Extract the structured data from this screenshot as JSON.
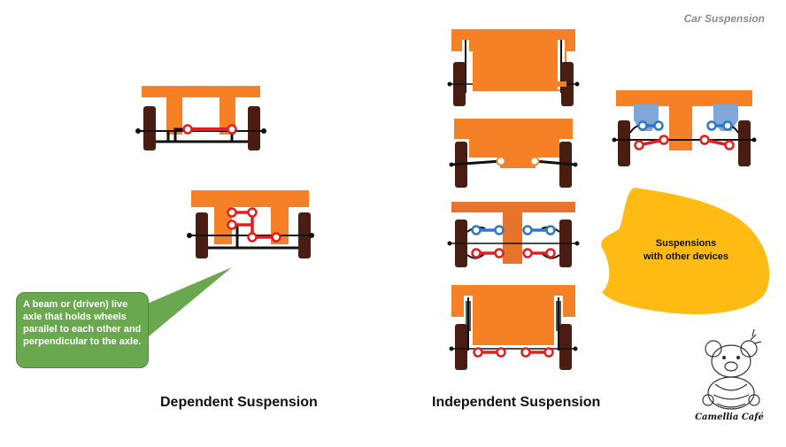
{
  "header": {
    "corner_title": "Car Suspension"
  },
  "captions": {
    "dependent": "Dependent Suspension",
    "independent": "Independent Suspension"
  },
  "callouts": {
    "dependent_note": "A beam or (driven) live axle that holds wheels parallel to each other and perpendicular to the axle.",
    "other_devices": "Suspensions with other devices"
  },
  "logo": {
    "text": "Camellia Café",
    "icon": "teddy-bear-icon"
  },
  "colors": {
    "chassis": "#f58025",
    "chassis_alt": "#e8732a",
    "wheel": "#4a1d12",
    "link_red": "#e02020",
    "link_blue": "#2e78c8",
    "strut_blue": "#7fa8d8",
    "green_callout": "#6aa84f",
    "yellow_blob": "#fdbb14"
  }
}
